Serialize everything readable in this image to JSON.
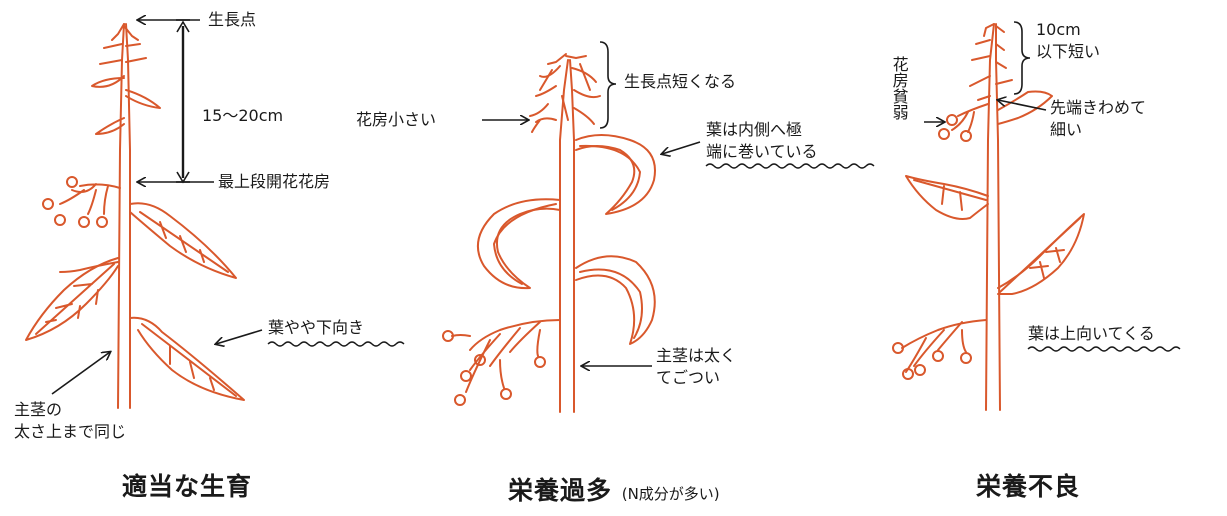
{
  "colors": {
    "plant": "#d9582c",
    "ink": "#1a1a1a"
  },
  "panels": [
    {
      "caption": "適当な生育",
      "labels": {
        "growing_point": "生長点",
        "distance": "15～20cm",
        "top_flower_cluster": "最上段開花花房",
        "leaf": "葉やや下向き",
        "stem_line1": "主茎の",
        "stem_line2": "太さ上まで同じ"
      }
    },
    {
      "caption": "栄養過多",
      "caption_note": "(N成分が多い)",
      "labels": {
        "growing_point": "生長点短くなる",
        "flower_cluster": "花房小さい",
        "leaf_line1": "葉は内側へ極",
        "leaf_line2": "端に巻いている",
        "stem_line1": "主茎は太く",
        "stem_line2": "てごつい"
      }
    },
    {
      "caption": "栄養不良",
      "labels": {
        "distance_line1": "10cm",
        "distance_line2": "以下短い",
        "flower_cluster_vertical": "花房貧弱",
        "tip_line1": "先端きわめて",
        "tip_line2": "細い",
        "leaf": "葉は上向いてくる"
      }
    }
  ]
}
